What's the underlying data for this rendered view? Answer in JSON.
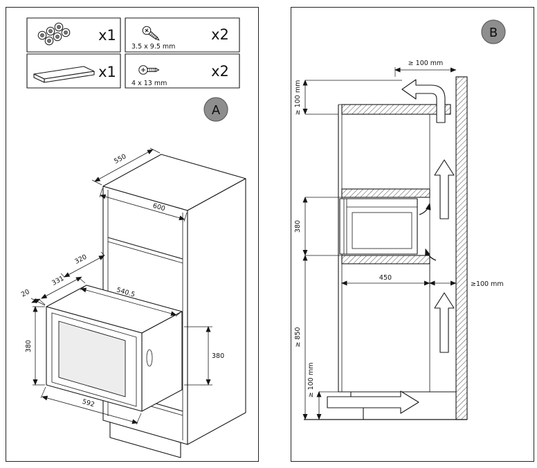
{
  "panel_a": {
    "badge": "A",
    "parts_list": {
      "washer_set": {
        "qty": "x1"
      },
      "trim_bracket": {
        "qty": "x1"
      },
      "screw_small": {
        "spec": "3.5 x 9.5 mm",
        "qty": "x2"
      },
      "screw_large": {
        "spec": "4 x 13 mm",
        "qty": "x2"
      }
    },
    "dimensions": {
      "cabinet_depth": "550",
      "cabinet_width": "600",
      "niche_height": "380",
      "oven_body_depth": "320",
      "oven_depth": "331",
      "oven_top_width": "540.5",
      "front_lip": "20",
      "oven_height": "380",
      "oven_width": "592"
    }
  },
  "panel_b": {
    "badge": "B",
    "dimensions": {
      "top_outlet_width": "≥ 100  mm",
      "top_clearance": "≥ 100 mm",
      "niche_height": "380",
      "niche_depth": "450",
      "rear_gap": "≥100 mm",
      "min_installation_height": "≥ 850",
      "plinth_intake": "≥ 100  mm"
    }
  }
}
